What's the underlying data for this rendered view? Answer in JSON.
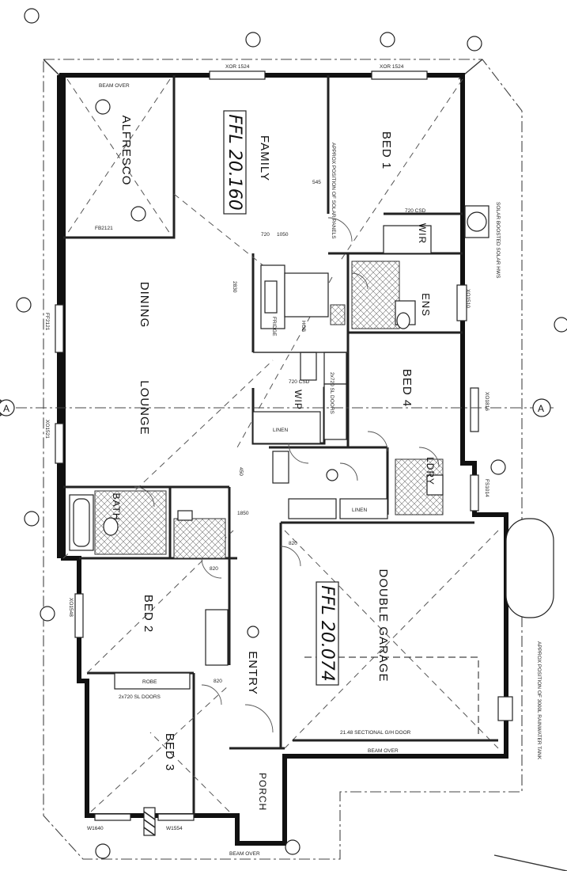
{
  "rooms": {
    "alfresco": "ALFRESCO",
    "family": "FAMILY",
    "bed1": "BED 1",
    "dining": "DINING",
    "lounge": "LOUNGE",
    "wir": "WIR",
    "ens": "ENS",
    "bed4": "BED 4",
    "wip": "WIP",
    "ldry": "LDRY",
    "bath": "BATH",
    "bed2": "BED 2",
    "entry": "ENTRY",
    "double_garage": "DOUBLE GARAGE",
    "bed3": "BED 3",
    "porch": "PORCH"
  },
  "levels": {
    "family": "FFL 20.160",
    "garage": "FFL 20.074"
  },
  "labels": {
    "beam_over": "BEAM OVER",
    "sectional_door": "21.48 SECTIONAL G/H DOOR",
    "linen": "LINEN",
    "robe": "ROBE",
    "bl_doors": "2x720 SL DOORS",
    "csd_720_top": "720 CSD",
    "csd_720_mid": "720 CSD",
    "solar_note": "APPROX POSITION OF SOLAR PANELS",
    "hws_note": "SOLAR BOOSTED SOLAR HWS",
    "tank_note": "APPROX POSITION OF 3000L RAINWATER TANK",
    "w_xor_1": "XOR 1524",
    "w_xor_2": "XOR 1524",
    "w_fb2121": "FB2121",
    "w_fs1014": "FS1014",
    "w_xo1510": "XO1510",
    "w_xo1816": "XO1816",
    "w_ff2121": "FF2121",
    "w_xo1521": "XO1521",
    "w_xo1548": "XO1548",
    "w_w1554": "W1554",
    "w_w1640": "W1640",
    "dim_820_a": "820",
    "dim_820_b": "820",
    "dim_720": "720",
    "dim_1050": "1050",
    "dim_2830": "2830",
    "dim_1850": "1850",
    "dim_820_c": "820",
    "dim_450": "450",
    "dim_545": "545",
    "section_a_left": "A",
    "section_a_right": "A",
    "fridge": "FRIDGE",
    "pantry": "2x720 SL DOORS",
    "hob": "HOB"
  }
}
